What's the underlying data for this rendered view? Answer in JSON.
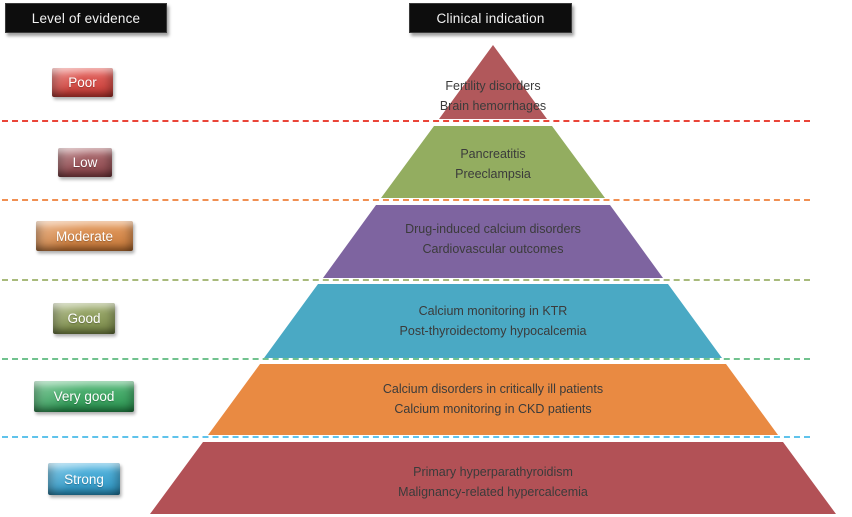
{
  "headers": {
    "left": "Level of evidence",
    "right": "Clinical indication"
  },
  "dividers": [
    "#ea4538",
    "#f08f52",
    "#a8ba7b",
    "#71c28e",
    "#5fc3eb"
  ],
  "levels": [
    {
      "badge": "Poor",
      "badge_color": "#e2413a",
      "segment_color": "#b1585b",
      "indications": [
        "Fertility disorders",
        "Brain hemorrhages"
      ]
    },
    {
      "badge": "Low",
      "badge_color": "#9c4b51",
      "segment_color": "#93ad60",
      "indications": [
        "Pancreatitis",
        "Preeclampsia"
      ]
    },
    {
      "badge": "Moderate",
      "badge_color": "#e2873d",
      "segment_color": "#7e64a0",
      "indications": [
        "Drug-induced calcium disorders",
        "Cardiovascular outcomes"
      ]
    },
    {
      "badge": "Good",
      "badge_color": "#8a9c50",
      "segment_color": "#4aa9c4",
      "indications": [
        "Calcium monitoring in KTR",
        "Post-thyroidectomy hypocalcemia"
      ]
    },
    {
      "badge": "Very good",
      "badge_color": "#2ea95a",
      "segment_color": "#e98a42",
      "indications": [
        "Calcium disorders in critically ill patients",
        "Calcium monitoring in CKD patients"
      ]
    },
    {
      "badge": "Strong",
      "badge_color": "#30a8dc",
      "segment_color": "#b25156",
      "indications": [
        "Primary hyperparathyroidism",
        "Malignancy-related hypercalcemia"
      ]
    }
  ]
}
